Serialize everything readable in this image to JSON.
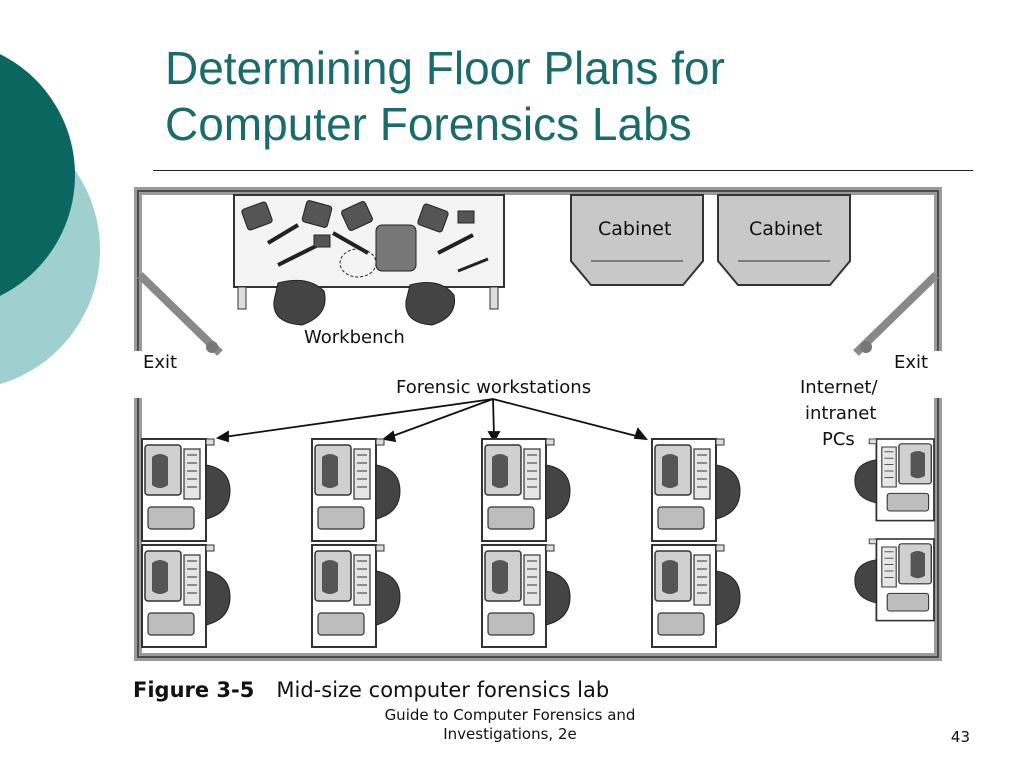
{
  "slide": {
    "title_line1": "Determining Floor Plans for",
    "title_line2": "Computer Forensics Labs",
    "footer_line1": "Guide to Computer Forensics and",
    "footer_line2": "Investigations, 2e",
    "slide_number": "43"
  },
  "diagram": {
    "labels": {
      "workbench": "Workbench",
      "cabinet_left": "Cabinet",
      "cabinet_right": "Cabinet",
      "exit_left": "Exit",
      "exit_right": "Exit",
      "forensic_workstations": "Forensic workstations",
      "internet_line1": "Internet/",
      "internet_line2": "intranet",
      "internet_line3": "PCs"
    },
    "caption_figure": "Figure 3-5",
    "caption_text": "Mid-size computer forensics lab"
  },
  "colors": {
    "title": "#1a6b6b",
    "deco_dark": "#0b6660",
    "deco_light": "#9fd0cf",
    "wall": "#9a9a9a",
    "cabinet": "#c8c8c8"
  }
}
